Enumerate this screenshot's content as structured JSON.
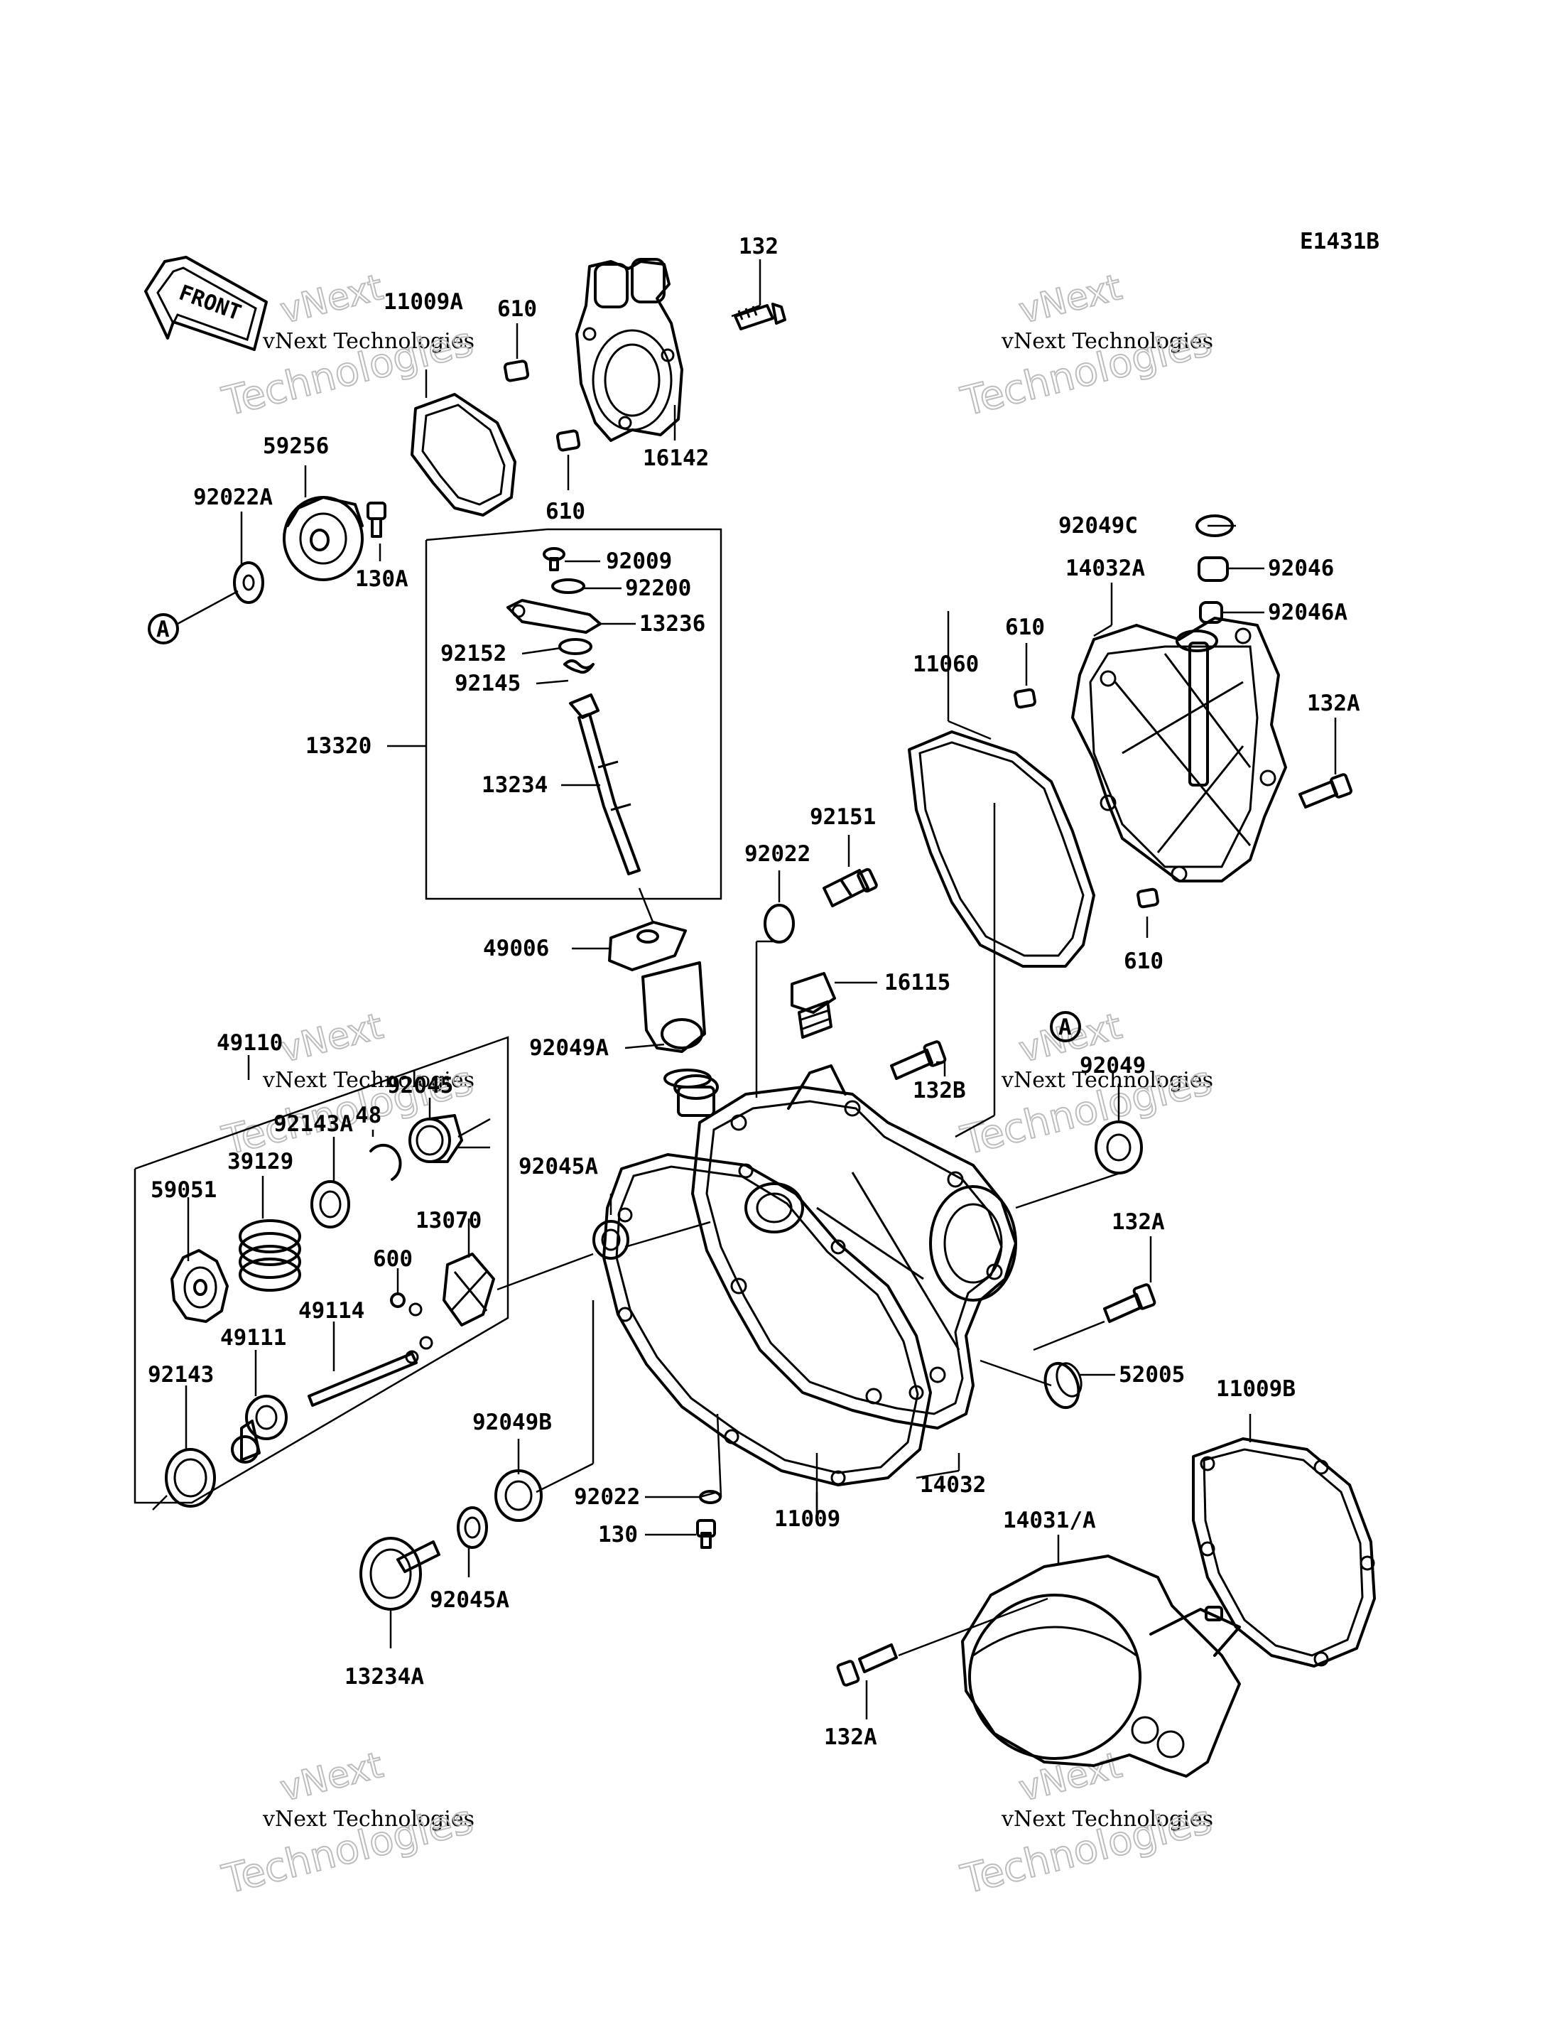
{
  "diagram_code": "E1431B",
  "front_label": "FRONT",
  "callout_label": "A",
  "watermark": {
    "line1": "vNext Technologies",
    "line2": "Technologies",
    "line3": "vNext"
  },
  "part_numbers": [
    "132",
    "610",
    "11009A",
    "16142",
    "59256",
    "92022A",
    "130A",
    "610",
    "92009",
    "92200",
    "13236",
    "92152",
    "92145",
    "13320",
    "13234",
    "49006",
    "92049C",
    "92046",
    "14032A",
    "92046A",
    "610",
    "11060",
    "132A",
    "92151",
    "92022",
    "610",
    "16115",
    "92049A",
    "132B",
    "92049",
    "49110",
    "92045",
    "48",
    "92143A",
    "39129",
    "59051",
    "92045A",
    "13070",
    "600",
    "49114",
    "49111",
    "92143",
    "132A",
    "52005",
    "11009B",
    "92049B",
    "92022",
    "130",
    "11009",
    "14032",
    "14031/A",
    "13234A",
    "92045A",
    "132A"
  ]
}
